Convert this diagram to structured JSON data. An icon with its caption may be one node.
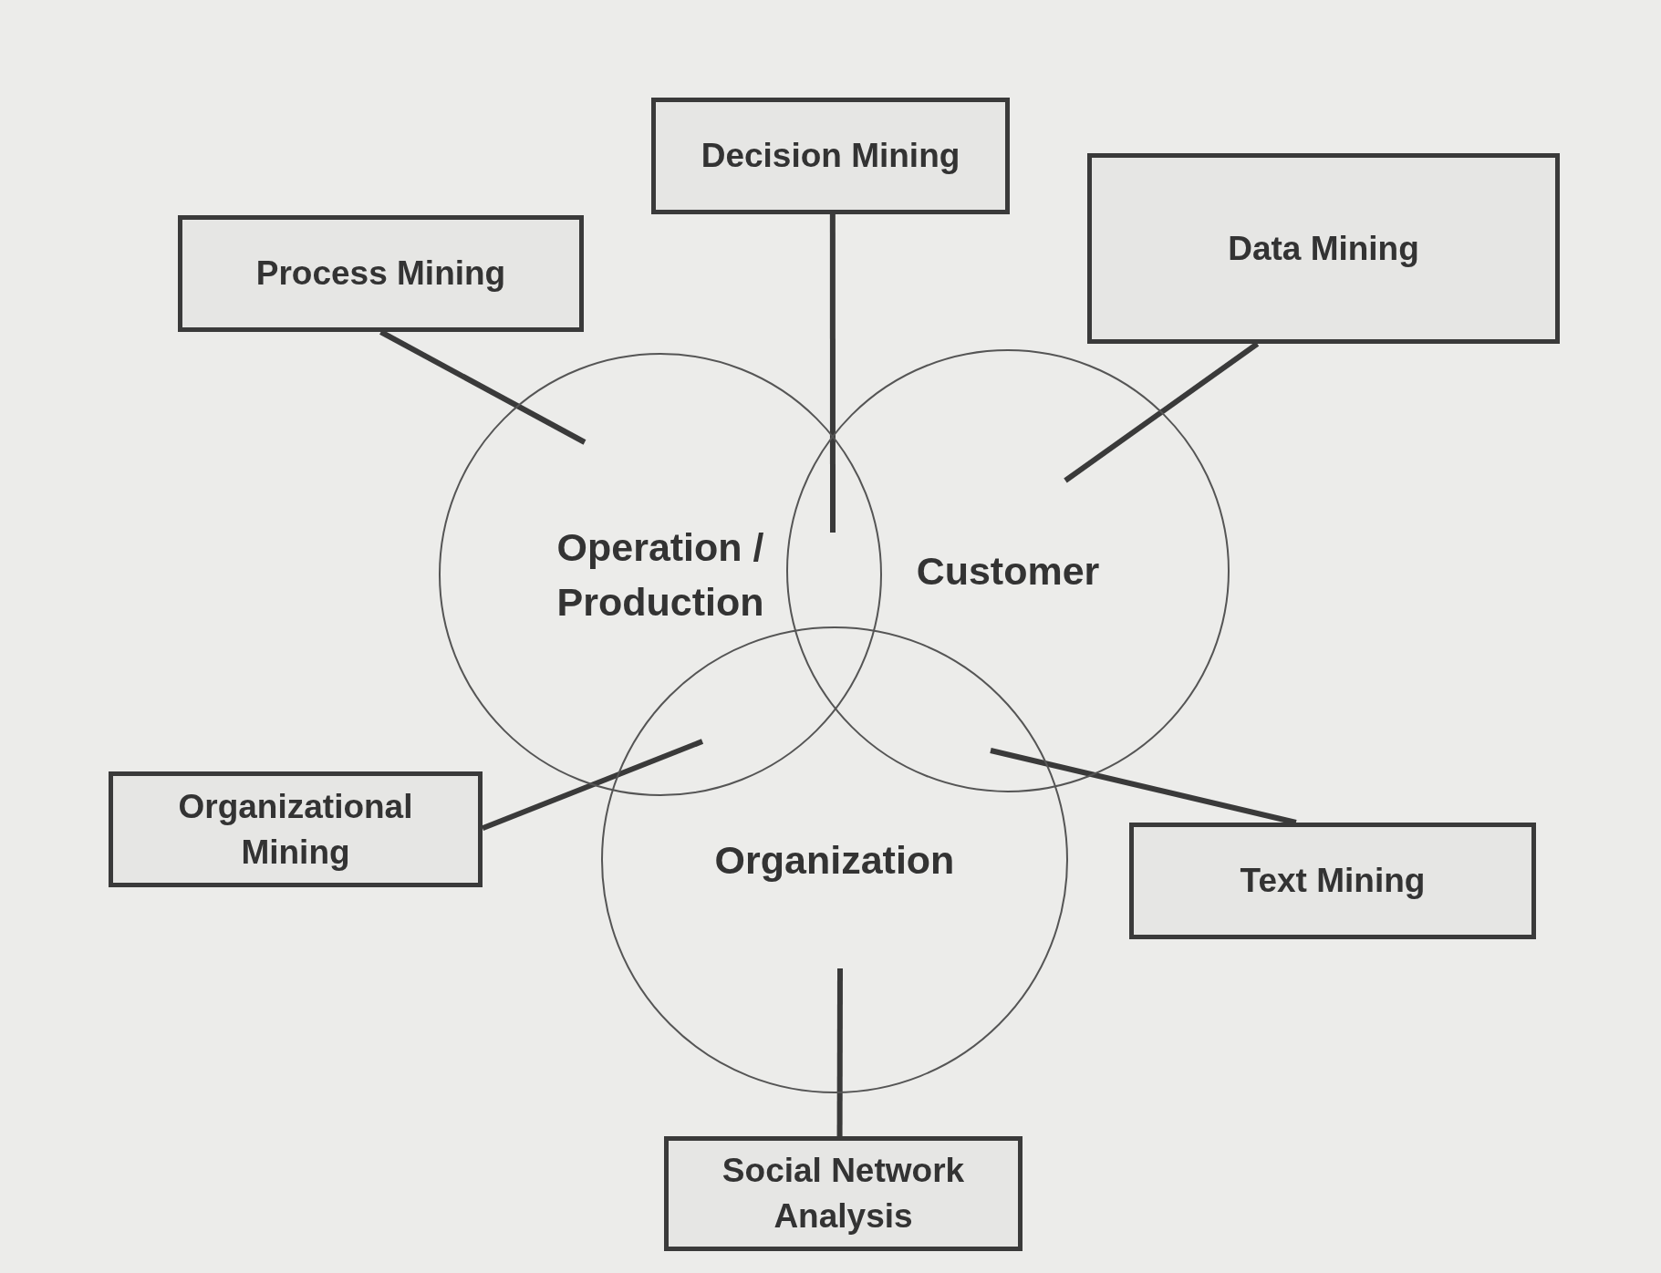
{
  "diagram": {
    "nodes": [
      {
        "text": [
          "Decision Mining"
        ]
      },
      {
        "text": [
          "Process Mining"
        ]
      },
      {
        "text": [
          "Data Mining"
        ]
      },
      {
        "text": [
          "Operation / Production"
        ]
      },
      {
        "text": [
          "Customer"
        ]
      },
      {
        "text": [
          "Organizational Mining"
        ]
      },
      {
        "text": [
          "Organization"
        ]
      },
      {
        "text": [
          "Text Mining"
        ]
      },
      {
        "text": [
          "Social Network Analysis"
        ]
      }
    ],
    "edges": [
      {
        "from": 1,
        "to": 3,
        "arrow": "none"
      },
      {
        "from": 0,
        "to": 3,
        "arrow": "none"
      },
      {
        "from": 0,
        "to": 4,
        "arrow": "none"
      },
      {
        "from": 2,
        "to": 4,
        "arrow": "none"
      },
      {
        "from": 5,
        "to": 3,
        "arrow": "none"
      },
      {
        "from": 5,
        "to": 6,
        "arrow": "none"
      },
      {
        "from": 7,
        "to": 4,
        "arrow": "none"
      },
      {
        "from": 7,
        "to": 6,
        "arrow": "none"
      },
      {
        "from": 8,
        "to": 6,
        "arrow": "none"
      }
    ]
  }
}
